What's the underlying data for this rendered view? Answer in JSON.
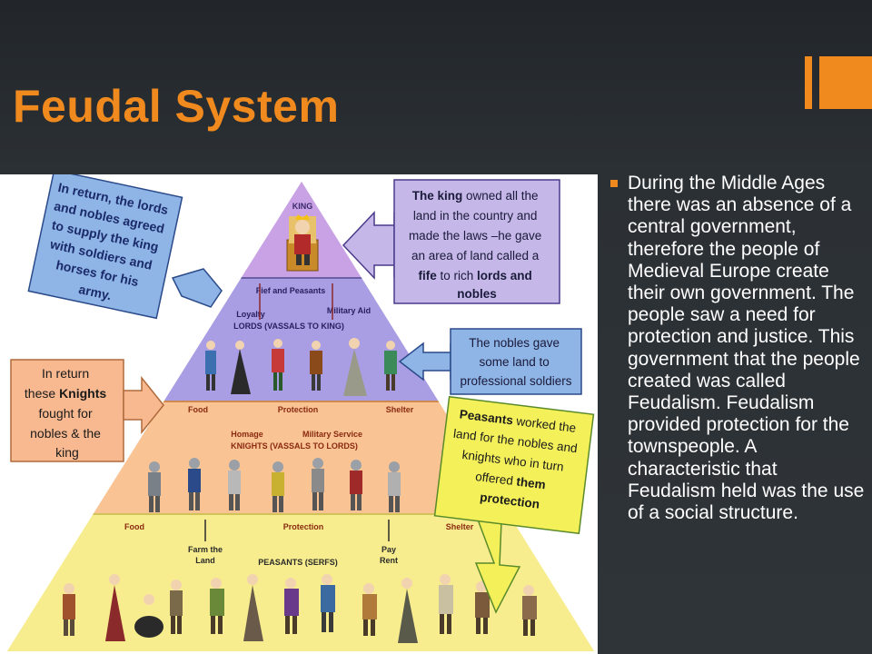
{
  "slide": {
    "title": "Feudal System",
    "bullet": "During the Middle Ages there was an absence of a central government, therefore the people of Medieval Europe create their own government. The people saw a need for protection and justice. This government that the people created was called Feudalism. Feudalism provided protection for the townspeople. A characteristic that Feudalism held was the use of a social structure.",
    "accent_color": "#f08a1e",
    "background_color": "#2b3034"
  },
  "diagram": {
    "king_label": "KING",
    "lords_tier": {
      "top_left": "Fief and Peasants",
      "top_right": "Military Aid",
      "left": "Loyalty",
      "label": "LORDS (VASSALS TO KING)"
    },
    "knights_tier": {
      "top_left": "Food",
      "top_mid": "Protection",
      "top_right": "Shelter",
      "left": "Homage",
      "right": "Military Service",
      "label": "KNIGHTS (VASSALS TO LORDS)"
    },
    "peasants_tier": {
      "top_left": "Food",
      "top_mid": "Protection",
      "top_right": "Shelter",
      "farm_line1": "Farm the",
      "farm_line2": "Land",
      "pay_line1": "Pay",
      "pay_line2": "Rent",
      "label": "PEASANTS (SERFS)"
    },
    "callout_lords_king": [
      "In return, the lords",
      "and nobles agreed",
      "to supply the king",
      "with soldiers and",
      "horses for his",
      "army."
    ],
    "callout_king": {
      "b1": "The king",
      "l1": " owned all the",
      "l2": "land in the country and",
      "l3": "made the laws –he gave",
      "l4": "an area of land called a",
      "b2": "fife",
      "l5": " to rich ",
      "b3": "lords and",
      "l6": "nobles"
    },
    "callout_nobles": [
      "The nobles gave",
      "some land to",
      "professional soldiers"
    ],
    "callout_knights": {
      "l1": "In return",
      "l2a": "these ",
      "l2b": "Knights",
      "l3": "fought for",
      "l4": "nobles & the",
      "l5": "king"
    },
    "callout_peasants": {
      "b1": "Peasants",
      "l1": " worked the",
      "l2": "land for the nobles and",
      "l3": "knights who in turn",
      "l4a": "offered ",
      "l4b": "them",
      "b2": "protection"
    },
    "colors": {
      "king_tier": "#c9a2e6",
      "lords_tier": "#a99de3",
      "knights_tier": "#f9c394",
      "peasants_tier": "#f7ed8e",
      "callout_blue": "#8fb4e6",
      "callout_purple": "#c5b8e8",
      "callout_orange": "#f8b990",
      "callout_yellow": "#f4f05a"
    }
  }
}
